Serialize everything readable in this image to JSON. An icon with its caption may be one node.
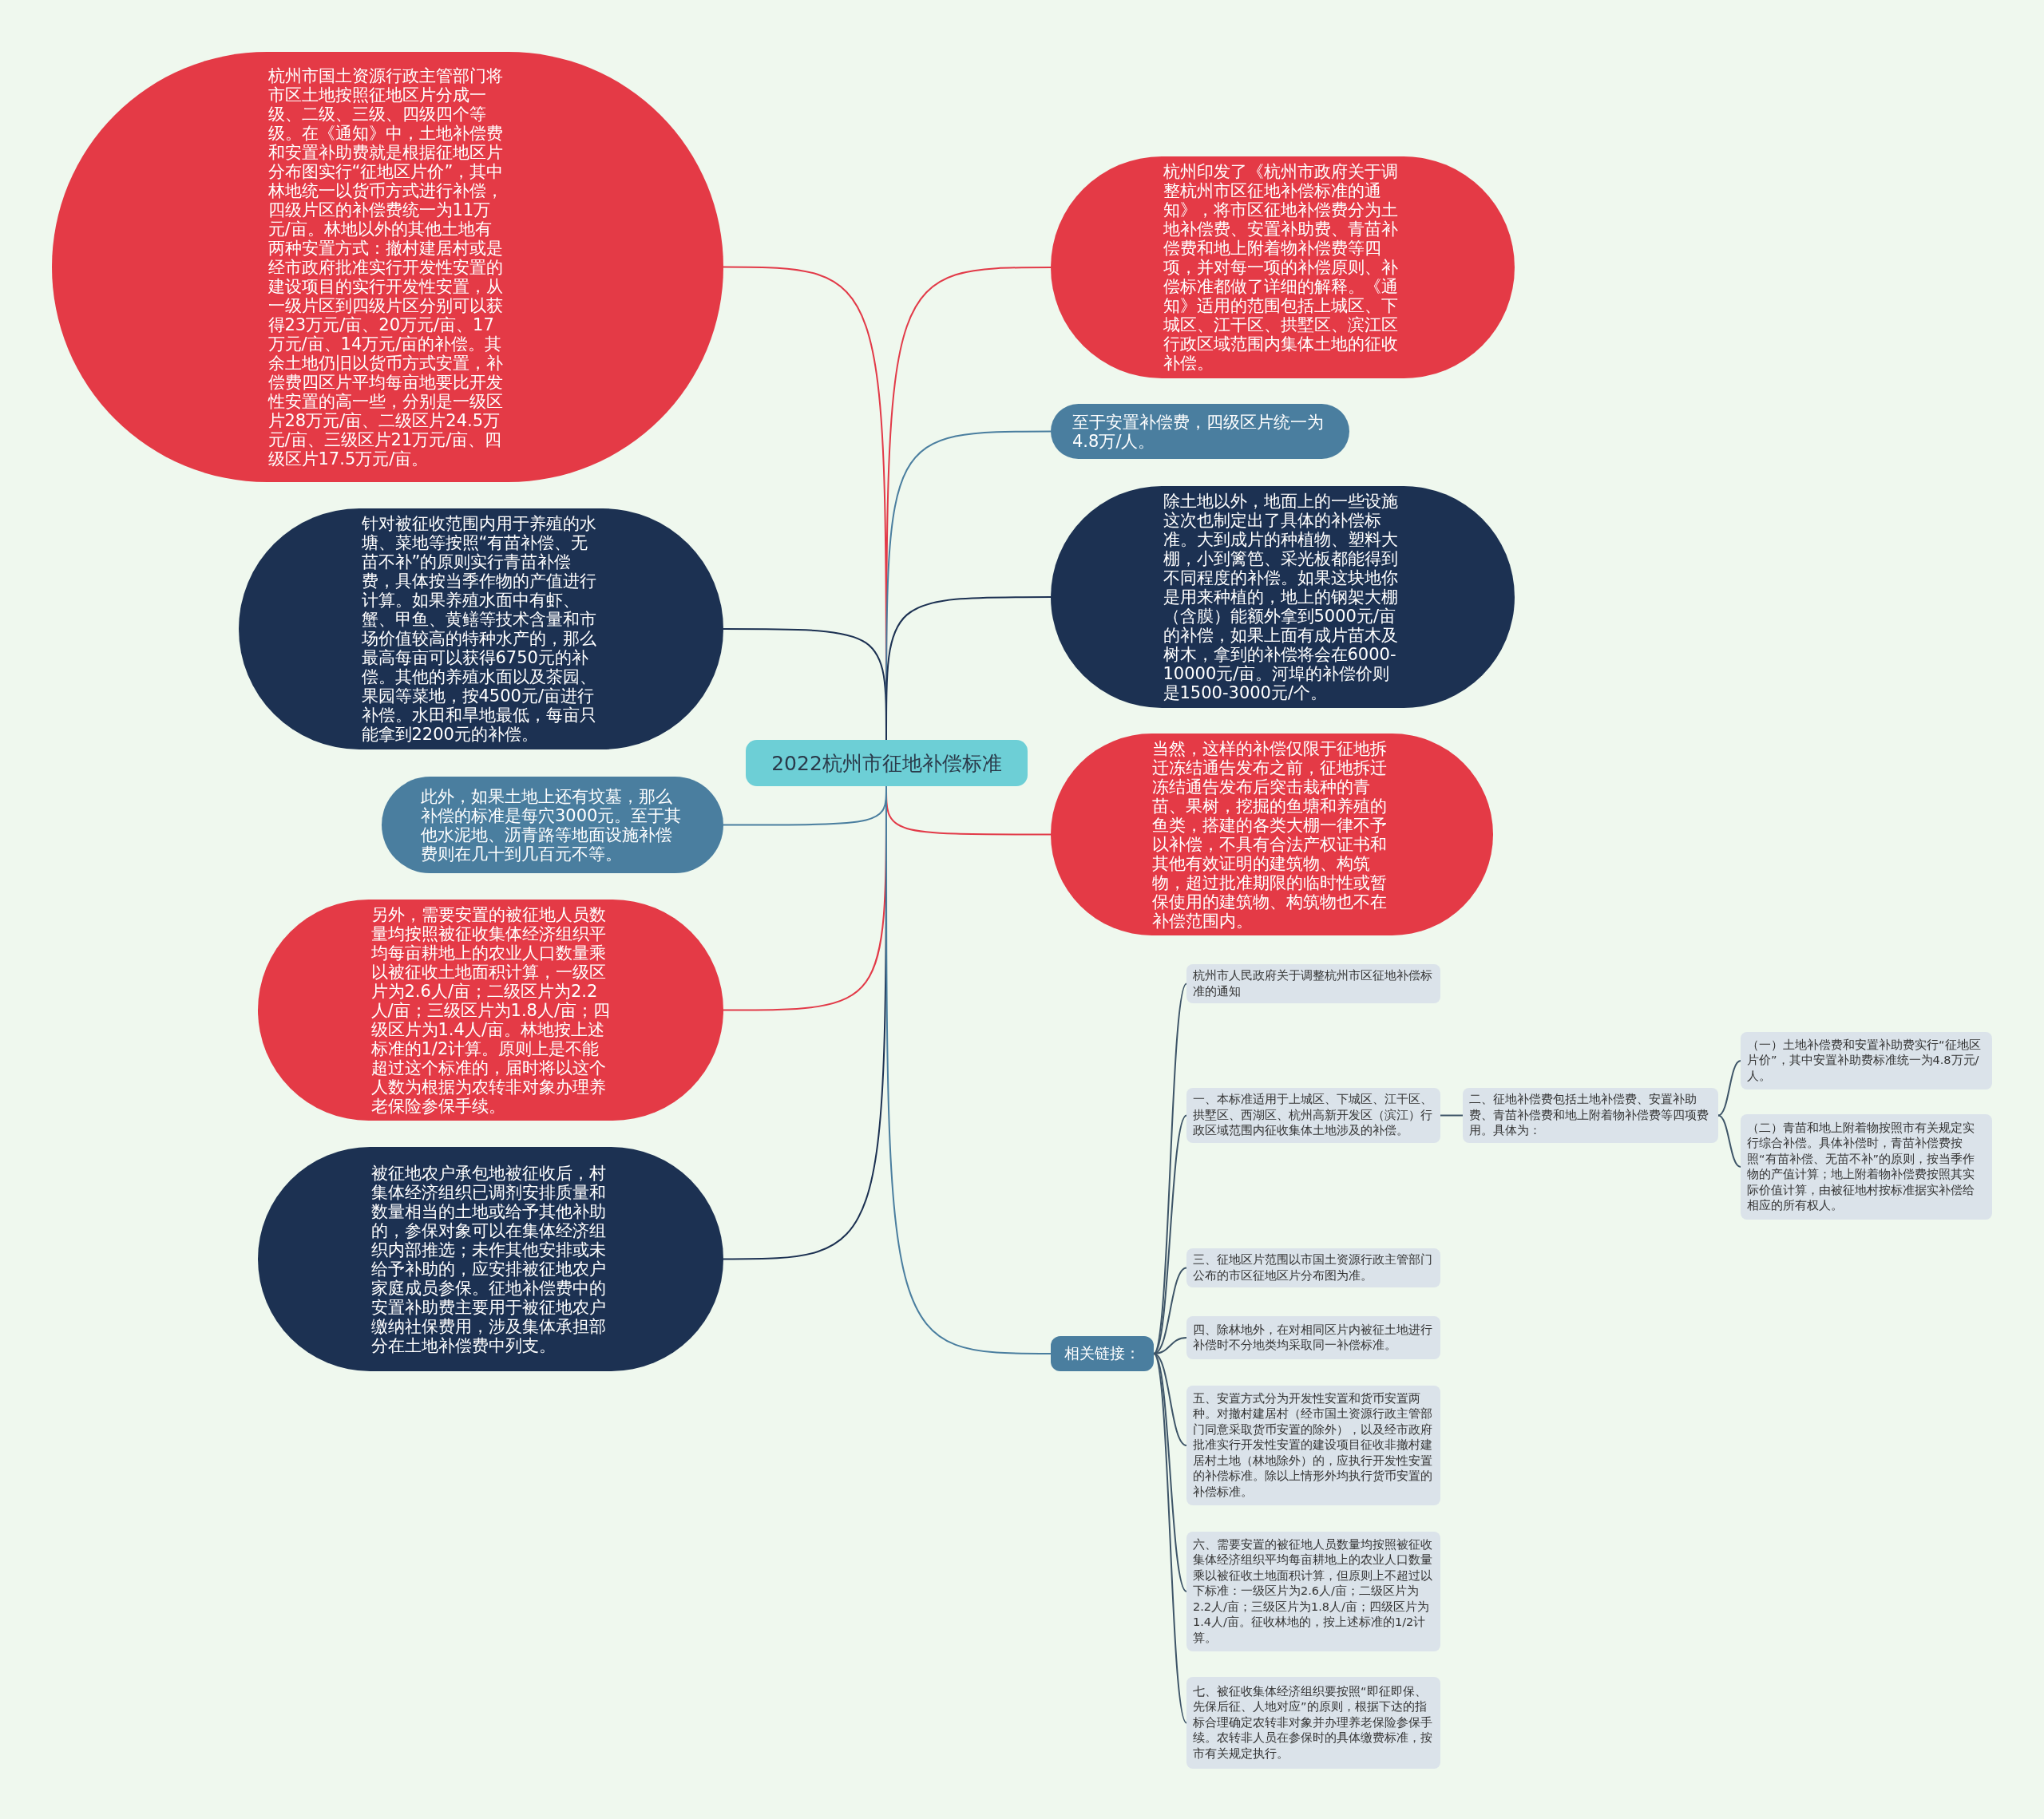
{
  "diagram": {
    "nodes": [
      {
        "text": [
          "2022杭州市征地补偿标准"
        ]
      },
      {
        "text": [
          "杭州市国土资源行政主管部门将市区土地按照征地区片分成一级、二级、三级、四级四个等级。在《通知》中，土地补偿费和安置补助费就是根据征地区片分布图实行“征地区片价”，其中林地统一以货币方式进行补偿，四级片区的补偿费统一为11万元/亩。林地以外的其他土地有两种安置方式：撤村建居村或是经市政府批准实行开发性安置的建设项目的实行开发性安置，从一级片区到四级片区分别可以获得23万元/亩、20万元/亩、17万元/亩、14万元/亩的补偿。其余土地仍旧以货币方式安置，补偿费四区片平均每亩地要比开发性安置的高一些，分别是一级区片28万元/亩、二级区片24.5万元/亩、三级区片21万元/亩、四级区片17.5万元/亩。"
        ]
      },
      {
        "text": [
          "针对被征收范围内用于养殖的水塘、菜地等按照“有苗补偿、无苗不补”的原则实行青苗补偿费，具体按当季作物的产值进行计算。如果养殖水面中有虾、蟹、甲鱼、黄鳝等技术含量和市场价值较高的特种水产的，那么最高每亩可以获得6750元的补偿。其他的养殖水面以及茶园、果园等菜地，按4500元/亩进行补偿。水田和旱地最低，每亩只能拿到2200元的补偿。"
        ]
      },
      {
        "text": [
          "此外，如果土地上还有坟墓，那么补偿的标准是每穴3000元。至于其他水泥地、沥青路等地面设施补偿费则在几十到几百元不等。"
        ]
      },
      {
        "text": [
          "另外，需要安置的被征地人员数量均按照被征收集体经济组织平均每亩耕地上的农业人口数量乘以被征收土地面积计算，一级区片为2.6人/亩；二级区片为2.2人/亩；三级区片为1.8人/亩；四级区片为1.4人/亩。林地按上述标准的1/2计算。原则上是不能超过这个标准的，届时将以这个人数为根据为农转非对象办理养老保险参保手续。"
        ]
      },
      {
        "text": [
          "被征地农户承包地被征收后，村集体经济组织已调剂安排质量和数量相当的土地或给予其他补助的，参保对象可以在集体经济组织内部推选；未作其他安排或未给予补助的，应安排被征地农户家庭成员参保。征地补偿费中的安置补助费主要用于被征地农户缴纳社保费用，涉及集体承担部分在土地补偿费中列支。"
        ]
      },
      {
        "text": [
          "杭州印发了《杭州市政府关于调整杭州市区征地补偿标准的通知》，将市区征地补偿费分为土地补偿费、安置补助费、青苗补偿费和地上附着物补偿费等四项，并对每一项的补偿原则、补偿标准都做了详细的解释。《通知》适用的范围包括上城区、下城区、江干区、拱墅区、滨江区行政区域范围内集体土地的征收补偿。"
        ]
      },
      {
        "text": [
          "至于安置补偿费，四级区片统一为4.8万/人。"
        ]
      },
      {
        "text": [
          "除土地以外，地面上的一些设施这次也制定出了具体的补偿标准。大到成片的种植物、塑料大棚，小到篱笆、采光板都能得到不同程度的补偿。如果这块地你是用来种植的，地上的钢架大棚（含膜）能额外拿到5000元/亩的补偿，如果上面有成片苗木及树木，拿到的补偿将会在6000-10000元/亩。河埠的补偿价则是1500-3000元/个。"
        ]
      },
      {
        "text": [
          "当然，这样的补偿仅限于征地拆迁冻结通告发布之前，征地拆迁冻结通告发布后突击栽种的青苗、果树，挖掘的鱼塘和养殖的鱼类，搭建的各类大棚一律不予以补偿，不具有合法产权证书和其他有效证明的建筑物、构筑物，超过批准期限的临时性或暂保使用的建筑物、构筑物也不在补偿范围内。"
        ]
      },
      {
        "text": [
          "相关链接："
        ]
      },
      {
        "text": [
          "杭州市人民政府关于调整杭州市区征地补偿标准的通知"
        ]
      },
      {
        "text": [
          "一、本标准适用于上城区、下城区、江干区、拱墅区、西湖区、杭州高新开发区（滨江）行政区域范围内征收集体土地涉及的补偿。"
        ]
      },
      {
        "text": [
          "三、征地区片范围以市国土资源行政主管部门公布的市区征地区片分布图为准。"
        ]
      },
      {
        "text": [
          "四、除林地外，在对相同区片内被征土地进行补偿时不分地类均采取同一补偿标准。"
        ]
      },
      {
        "text": [
          "五、安置方式分为开发性安置和货币安置两种。对撤村建居村（经市国土资源行政主管部门同意采取货币安置的除外），以及经市政府批准实行开发性安置的建设项目征收非撤村建居村土地（林地除外）的，应执行开发性安置的补偿标准。除以上情形外均执行货币安置的补偿标准。"
        ]
      },
      {
        "text": [
          "六、需要安置的被征地人员数量均按照被征收集体经济组织平均每亩耕地上的农业人口数量乘以被征收土地面积计算，但原则上不超过以下标准：一级区片为2.6人/亩；二级区片为2.2人/亩；三级区片为1.8人/亩；四级区片为1.4人/亩。征收林地的，按上述标准的1/2计算。"
        ]
      },
      {
        "text": [
          "七、被征收集体经济组织要按照“即征即保、先保后征、人地对应”的原则，根据下达的指标合理确定农转非对象并办理养老保险参保手续。农转非人员在参保时的具体缴费标准，按市有关规定执行。"
        ]
      },
      {
        "text": [
          "二、征地补偿费包括土地补偿费、安置补助费、青苗补偿费和地上附着物补偿费等四项费用。具体为："
        ]
      },
      {
        "text": [
          "（一）土地补偿费和安置补助费实行“征地区片价”，其中安置补助费标准统一为4.8万元/人。"
        ]
      },
      {
        "text": [
          "（二）青苗和地上附着物按照市有关规定实行综合补偿。具体补偿时，青苗补偿费按照“有苗补偿、无苗不补”的原则，按当季作物的产值计算；地上附着物补偿费按照其实际价值计算，由被征地村按标准据实补偿给相应的所有权人。"
        ]
      }
    ],
    "edges": [
      {
        "from": 0,
        "to": 1,
        "arrow": "none",
        "color": "#e23a48"
      },
      {
        "from": 0,
        "to": 2,
        "arrow": "none",
        "color": "#1c3152"
      },
      {
        "from": 0,
        "to": 3,
        "arrow": "none",
        "color": "#4a7e9f"
      },
      {
        "from": 0,
        "to": 4,
        "arrow": "none",
        "color": "#e23a48"
      },
      {
        "from": 0,
        "to": 5,
        "arrow": "none",
        "color": "#1c3152"
      },
      {
        "from": 0,
        "to": 6,
        "arrow": "none",
        "color": "#e23a48"
      },
      {
        "from": 0,
        "to": 7,
        "arrow": "none",
        "color": "#4a7e9f"
      },
      {
        "from": 0,
        "to": 8,
        "arrow": "none",
        "color": "#1c3152"
      },
      {
        "from": 0,
        "to": 9,
        "arrow": "none",
        "color": "#e23a48"
      },
      {
        "from": 0,
        "to": 10,
        "arrow": "none",
        "color": "#4a7e9f"
      },
      {
        "from": 10,
        "to": 11,
        "arrow": "none",
        "color": "#3e5568"
      },
      {
        "from": 10,
        "to": 12,
        "arrow": "none",
        "color": "#3e5568"
      },
      {
        "from": 10,
        "to": 13,
        "arrow": "none",
        "color": "#3e5568"
      },
      {
        "from": 10,
        "to": 14,
        "arrow": "none",
        "color": "#3e5568"
      },
      {
        "from": 10,
        "to": 15,
        "arrow": "none",
        "color": "#3e5568"
      },
      {
        "from": 10,
        "to": 16,
        "arrow": "none",
        "color": "#3e5568"
      },
      {
        "from": 10,
        "to": 17,
        "arrow": "none",
        "color": "#3e5568"
      },
      {
        "from": 12,
        "to": 18,
        "arrow": "none",
        "color": "#3e5568"
      },
      {
        "from": 18,
        "to": 19,
        "arrow": "none",
        "color": "#3e5568"
      },
      {
        "from": 18,
        "to": 20,
        "arrow": "none",
        "color": "#3e5568"
      }
    ]
  }
}
